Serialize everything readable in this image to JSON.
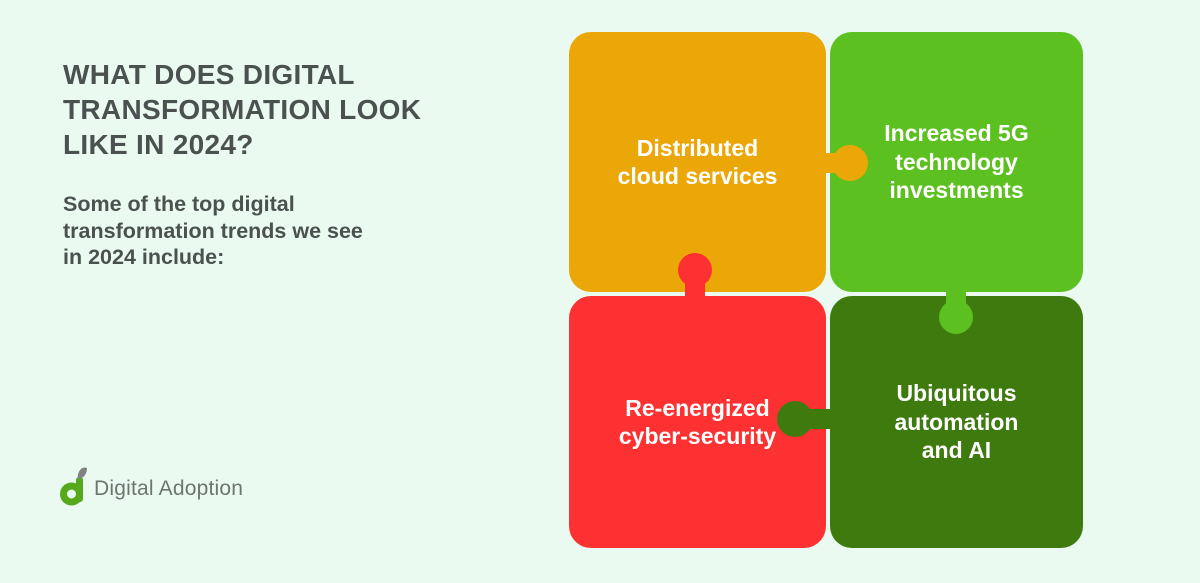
{
  "colors": {
    "background": "#EAFAF0",
    "heading": "#4B5150",
    "white": "#FFFFFF",
    "logo_green": "#56A81C",
    "logo_gray": "#6E746F",
    "leaf_gray": "#7E8481"
  },
  "header": {
    "title": "WHAT DOES DIGITAL\nTRANSFORMATION LOOK\nLIKE IN 2024?",
    "subtitle": "Some of the top digital\ntransformation trends we see\nin 2024 include:"
  },
  "logo": {
    "text": "Digital Adoption",
    "icon": "digital-adoption-a-icon"
  },
  "puzzle": {
    "pieces": [
      {
        "id": "distributed-cloud-services",
        "label": "Distributed\ncloud services",
        "color": "#EBA707",
        "position": "top-left"
      },
      {
        "id": "increased-5g-technology-investments",
        "label": "Increased 5G\ntechnology\ninvestments",
        "color": "#5CC120",
        "position": "top-right"
      },
      {
        "id": "re-energized-cyber-security",
        "label": "Re-energized\ncyber-security",
        "color": "#FD3131",
        "position": "bottom-left"
      },
      {
        "id": "ubiquitous-automation-and-ai",
        "label": "Ubiquitous\nautomation\nand AI",
        "color": "#3E7A0E",
        "position": "bottom-right"
      }
    ]
  }
}
